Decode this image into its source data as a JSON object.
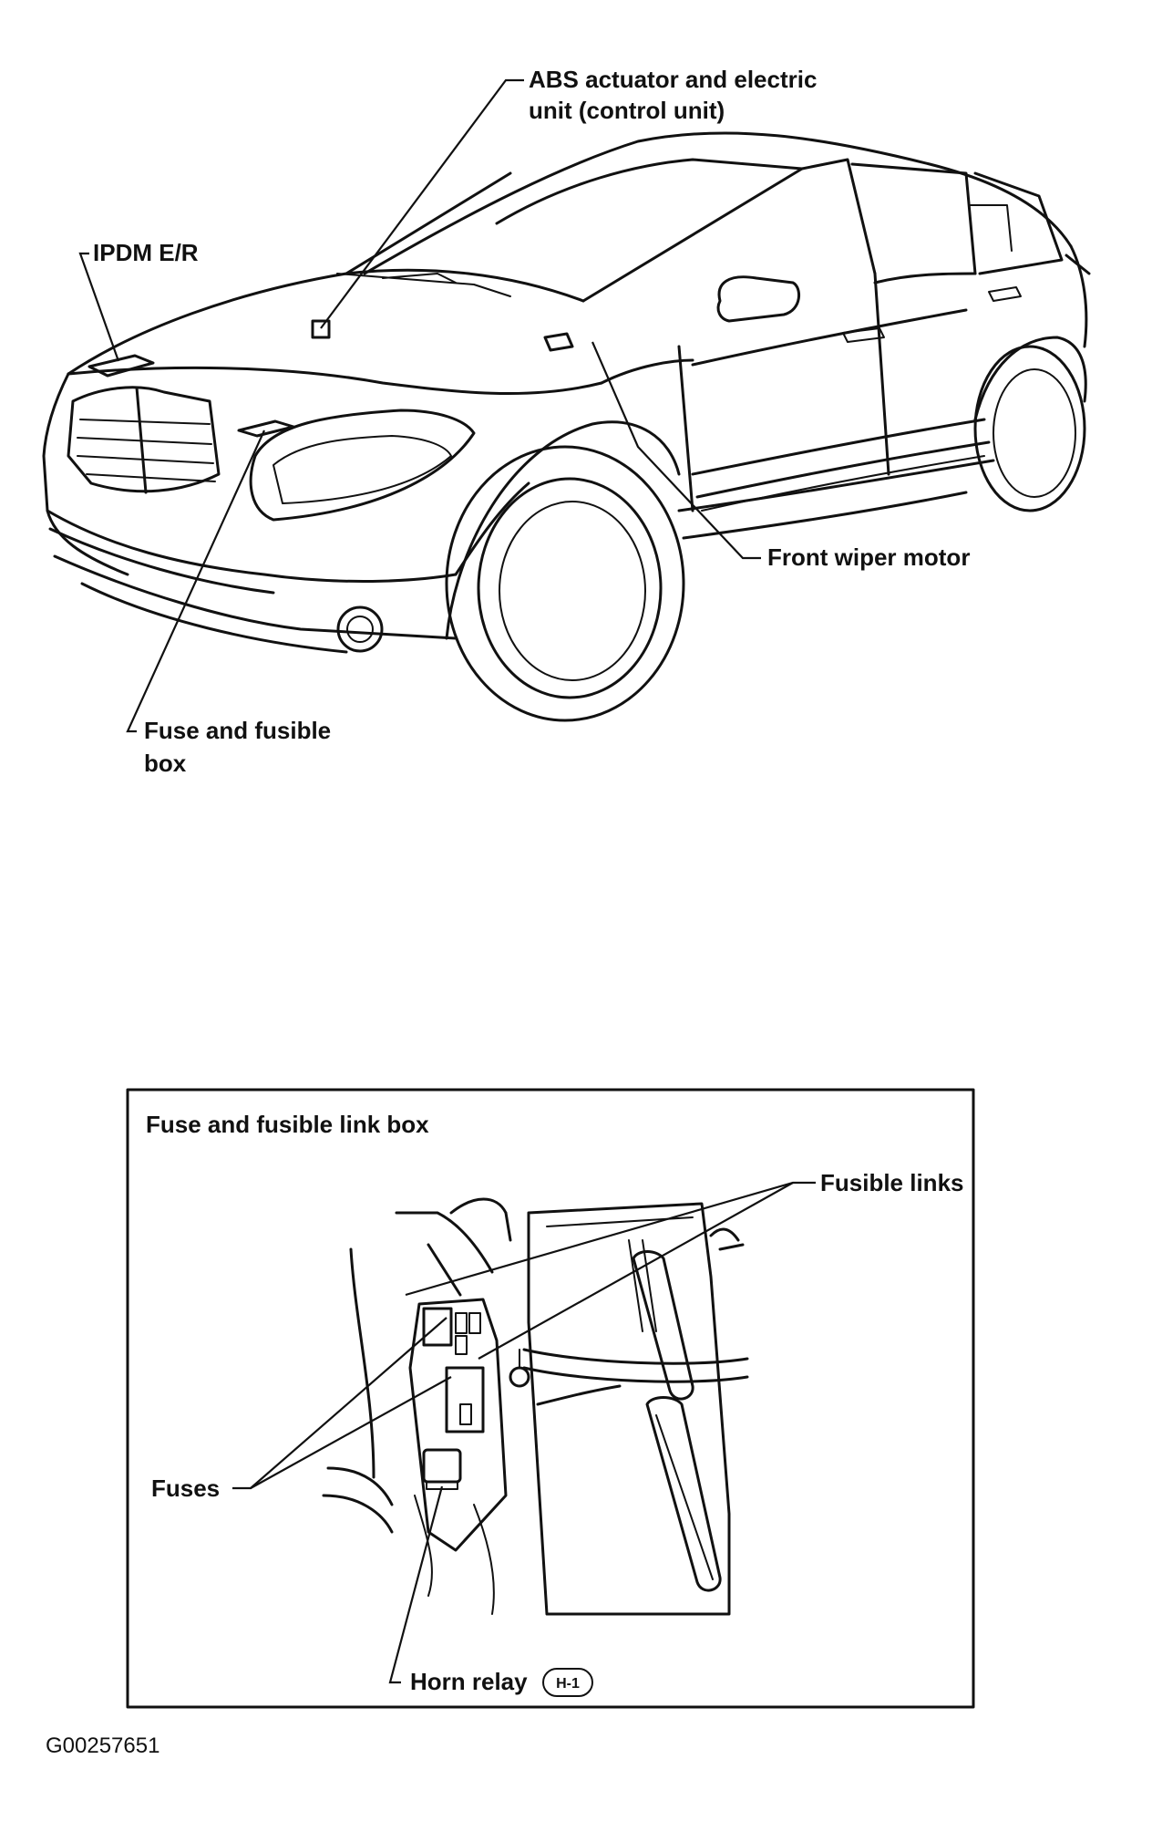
{
  "car_callouts": {
    "abs_line1": "ABS actuator and electric",
    "abs_line2": "unit (control unit)",
    "ipdm": "IPDM E/R",
    "front_wiper": "Front wiper motor",
    "fuse_box_line1": "Fuse and fusible",
    "fuse_box_line2": "box"
  },
  "detail_panel": {
    "title": "Fuse and fusible link box",
    "fusible_links": "Fusible links",
    "fuses": "Fuses",
    "horn_relay": "Horn relay",
    "horn_relay_badge": "H-1"
  },
  "figure_id": "G00257651",
  "colors": {
    "ink": "#111111",
    "paper": "#ffffff"
  }
}
